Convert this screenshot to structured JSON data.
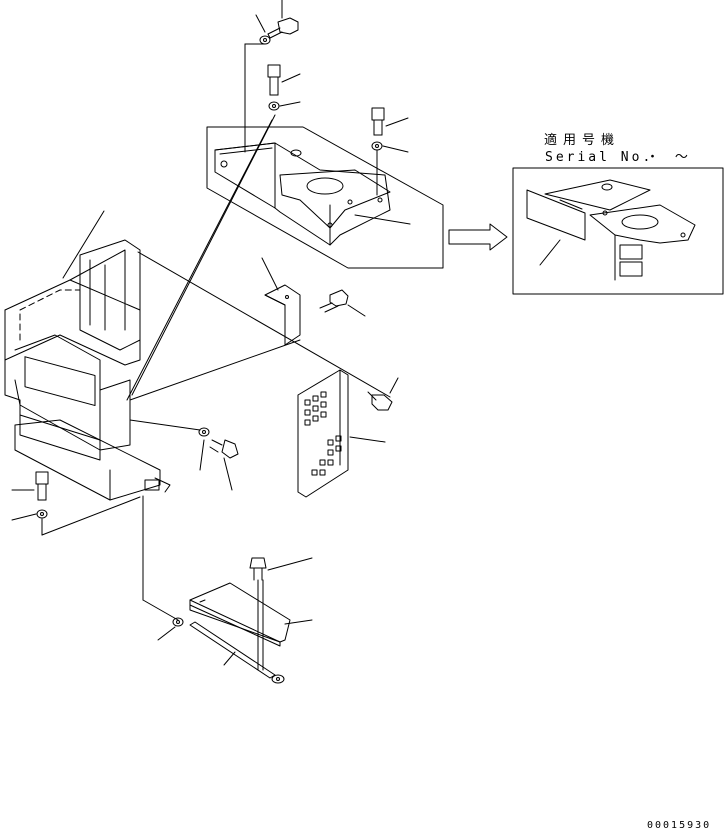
{
  "serial_note": {
    "title": "適用号機",
    "label": "Serial No.",
    "range": "・ ～"
  },
  "drawing_number": "00015930",
  "colors": {
    "line": "#000000",
    "background": "#ffffff"
  }
}
